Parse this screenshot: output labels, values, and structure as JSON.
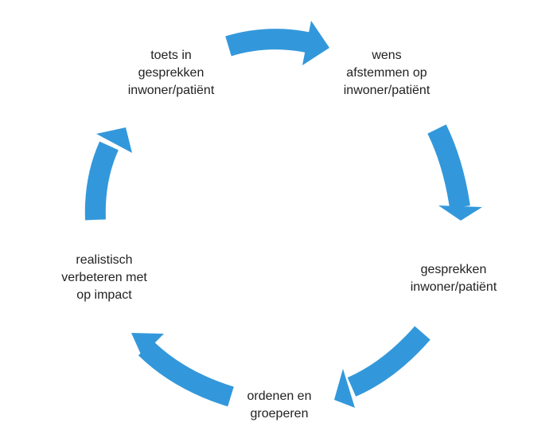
{
  "diagram": {
    "type": "cycle",
    "arrow_color": "#3398DB",
    "text_color": "#222222",
    "steps": [
      {
        "id": "wens",
        "lines": [
          "wens",
          "afstemmen op",
          "inwoner/patiënt"
        ]
      },
      {
        "id": "gesprekken",
        "lines": [
          "gesprekken",
          "inwoner/patiënt"
        ]
      },
      {
        "id": "ordenen",
        "lines": [
          "ordenen en",
          "groeperen"
        ]
      },
      {
        "id": "realistisch",
        "lines": [
          "realistisch",
          "verbeteren met",
          "op impact"
        ]
      },
      {
        "id": "toets",
        "lines": [
          "toets in",
          "gesprekken",
          "inwoner/patiënt"
        ]
      }
    ]
  }
}
